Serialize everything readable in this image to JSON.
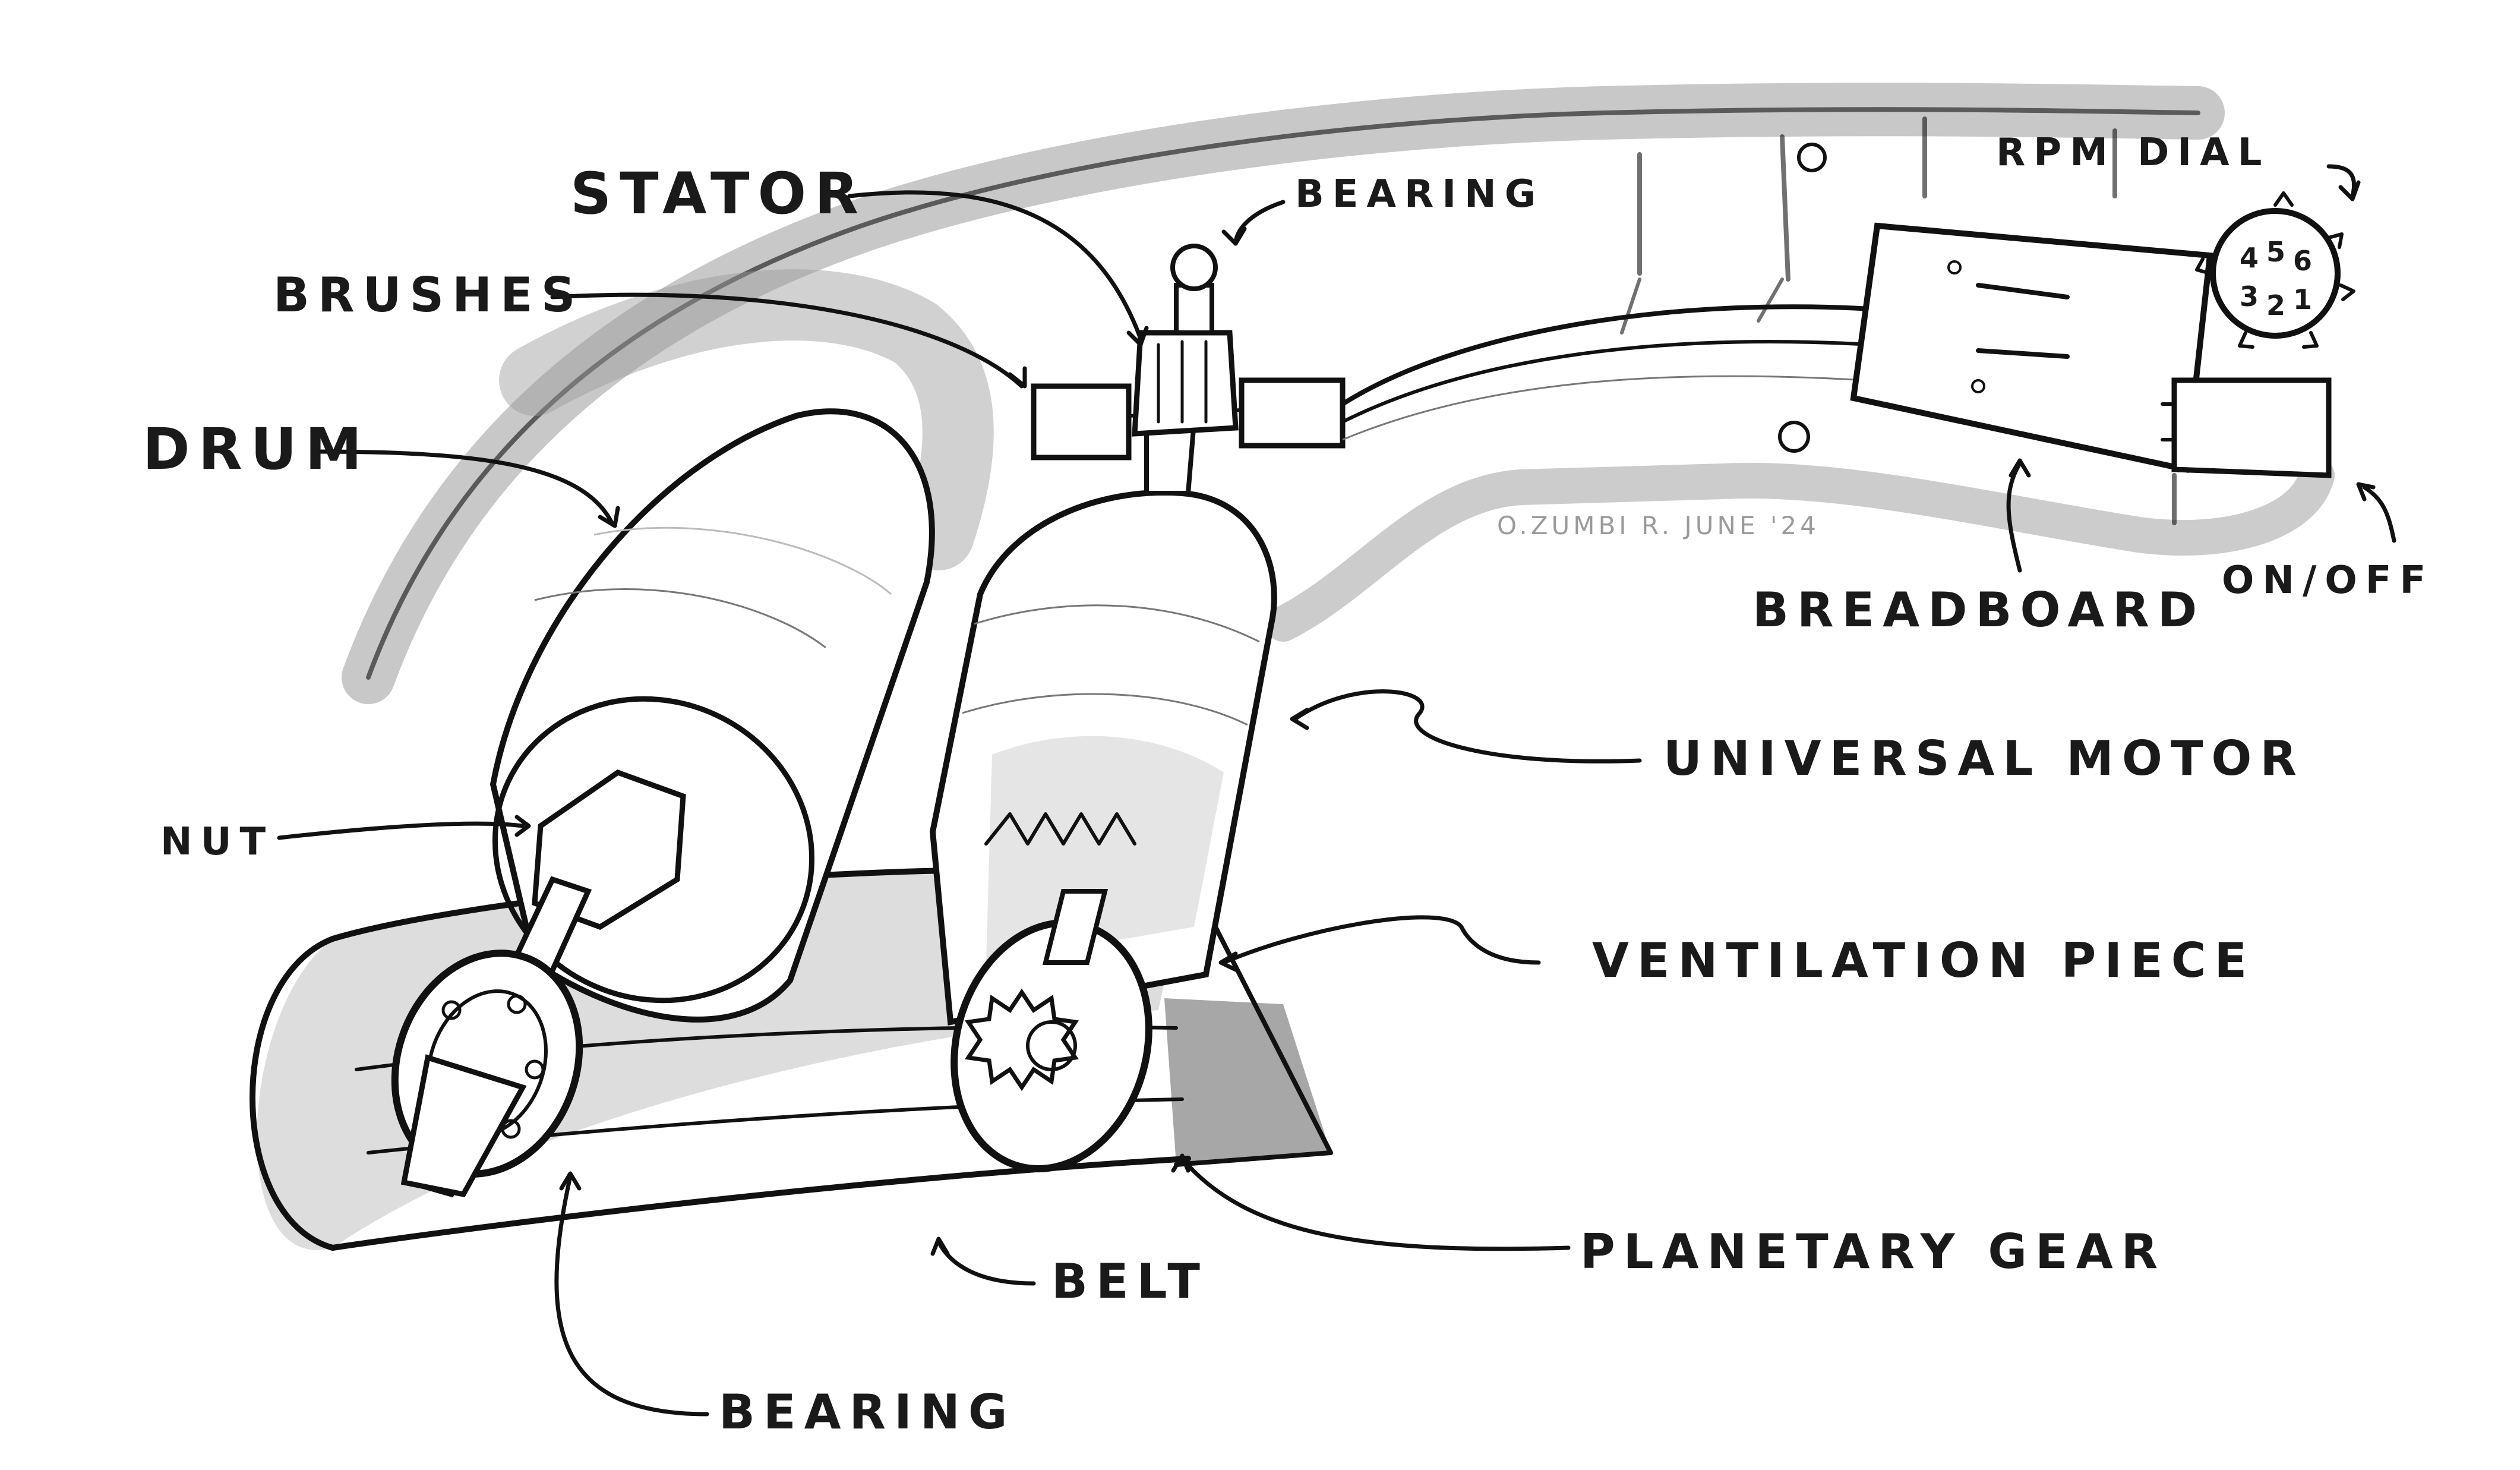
{
  "labels": {
    "stator": "STATOR",
    "bearing_top": "BEARING",
    "brushes": "BRUSHES",
    "drum": "DRUM",
    "nut": "NUT",
    "universal_motor": "UNIVERSAL MOTOR",
    "ventilation_piece": "VENTILATION PIECE",
    "planetary_gear": "PLANETARY GEAR",
    "belt": "BELT",
    "bearing_bottom": "BEARING",
    "rpm_dial": "RPM DIAL",
    "breadboard": "BREADBOARD",
    "on_off": "ON/OFF"
  },
  "dial_numbers": [
    "4",
    "5",
    "6",
    "3",
    "2",
    "1"
  ],
  "signature": "O.ZUMBI R. JUNE '24",
  "colors": {
    "ink": "#111111",
    "marker_grey": "#8a8a8a",
    "light_grey": "#cfcfcf",
    "paper": "#ffffff"
  }
}
